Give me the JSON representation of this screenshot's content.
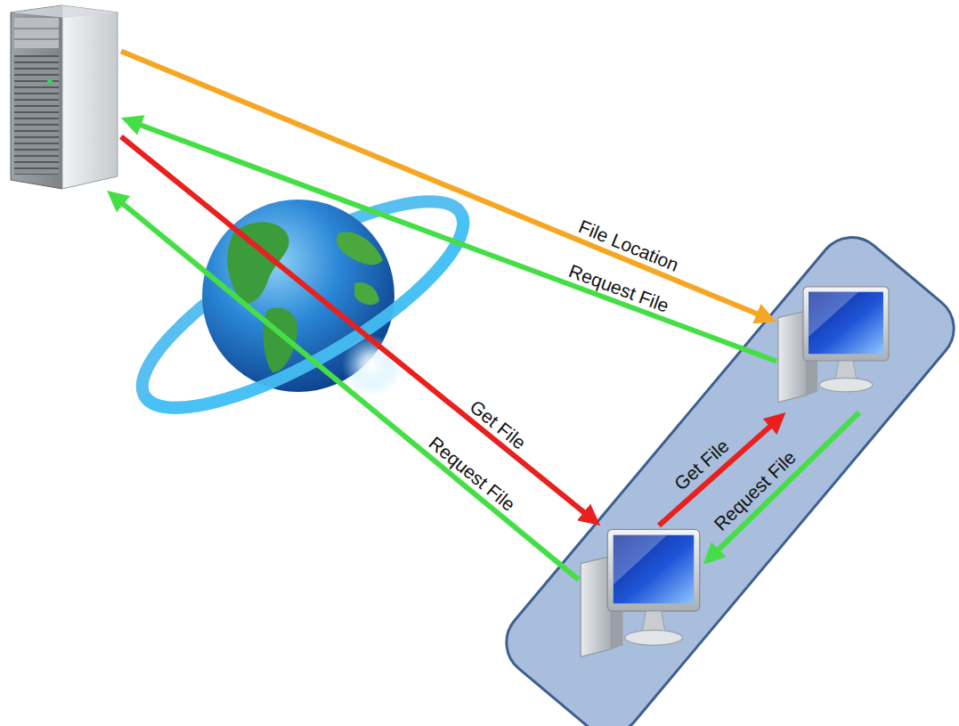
{
  "diagram": {
    "nodes": [
      {
        "text": []
      },
      {
        "text": []
      },
      {
        "text": [],
        "in": 1
      },
      {
        "text": [],
        "in": 1
      }
    ],
    "edges": [
      {
        "from": 0,
        "to": 2,
        "arrow": "to",
        "label": "File Location"
      },
      {
        "from": 2,
        "to": 0,
        "arrow": "to",
        "label": "Request File"
      },
      {
        "from": 0,
        "to": 3,
        "arrow": "to",
        "label": "Get File"
      },
      {
        "from": 3,
        "to": 0,
        "arrow": "to",
        "label": "Request File"
      },
      {
        "from": 3,
        "to": 2,
        "arrow": "to",
        "label": "Get File"
      },
      {
        "from": 2,
        "to": 3,
        "arrow": "to",
        "label": "Request File"
      }
    ]
  }
}
